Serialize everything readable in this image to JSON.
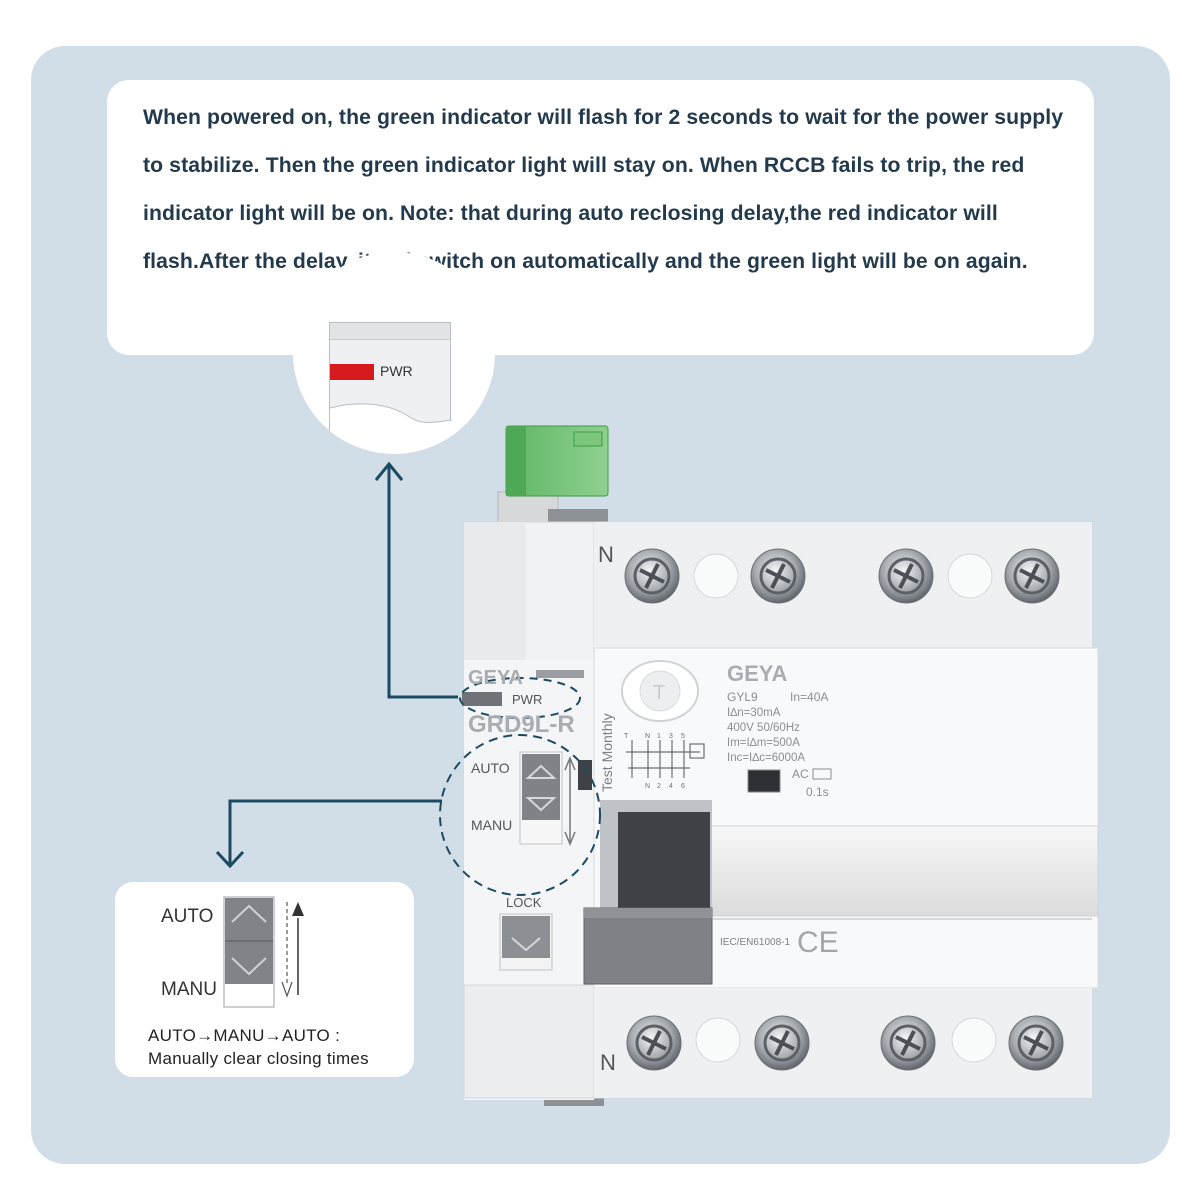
{
  "description_text": "When powered on, the green indicator will flash for 2 seconds to wait for the power supply to stabilize.  Then the green indicator light will stay on.  When RCCB  fails to trip, the red indicator light will be on. Note:  that during auto reclosing delay,the red indicator will flash.After the delay, it will switch on automatically and the green light will be on again.",
  "zoom_indicator": {
    "label": "PWR",
    "color": "#d71a1f"
  },
  "module": {
    "brand": "GEYA",
    "model": "GRD9L-R",
    "pwr_label": "PWR",
    "auto_label": "AUTO",
    "manu_label": "MANU",
    "lock_label": "LOCK"
  },
  "rccb": {
    "brand": "GEYA",
    "model_line": "GYL9",
    "rating": "In=40A",
    "residual": "I∆n=30mA",
    "voltage": "400V  50/60Hz",
    "im": "Im=I∆m=500A",
    "inc": "Inc=I∆c=6000A",
    "ac": "AC",
    "time": "0.1s",
    "test_label": "Test Monthly",
    "test_button": "T",
    "standard": "IEC/EN61008-1",
    "ce": "CE",
    "neutral_top": "N",
    "neutral_bottom": "N",
    "diagram_top": [
      "T",
      "N",
      "1",
      "3",
      "5"
    ],
    "diagram_bottom": [
      "N",
      "2",
      "4",
      "6"
    ]
  },
  "legend": {
    "auto_label": "AUTO",
    "manu_label": "MANU",
    "sequence": "AUTO→MANU→AUTO :",
    "note": "Manually clear closing times"
  },
  "colors": {
    "panel": "#d1dde7",
    "arrow": "#1c4a63",
    "text": "#233a4d",
    "green_plug": "#6fbf73"
  }
}
